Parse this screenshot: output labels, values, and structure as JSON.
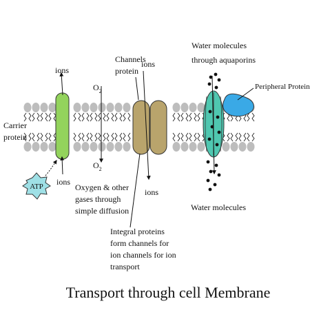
{
  "title": "Transport through cell Membrane",
  "labels": {
    "carrier_line1": "Carrier",
    "carrier_line2": "protein",
    "ions_top_left": "ions",
    "ions_bottom_left": "ions",
    "atp": "ATP",
    "oxygen_symbol": "O",
    "oxygen_subscript": "2",
    "oxygen_gases_line1": "Oxygen & other",
    "oxygen_gases_line2": "gases through",
    "oxygen_gases_line3": "simple diffusion",
    "channels_line1": "Channels",
    "channels_line2": "protein",
    "ions_channel_top": "ions",
    "ions_channel_bottom": "ions",
    "integral_line1": "Integral proteins",
    "integral_line2": "form channels for",
    "integral_line3": "ion channels for ion",
    "integral_line4": "transport",
    "water_line1": "Water molecules",
    "water_line2": "through aquaporins",
    "water_molecules": "Water molecules",
    "peripheral": "Peripheral Protein"
  },
  "colors": {
    "lipid_head": "#bdbdbd",
    "carrier_protein": "#93d35c",
    "channel_protein": "#b9a46c",
    "aquaporin": "#4fc7b0",
    "peripheral_protein": "#3aa9e6",
    "atp_burst": "#9fe0e6"
  }
}
